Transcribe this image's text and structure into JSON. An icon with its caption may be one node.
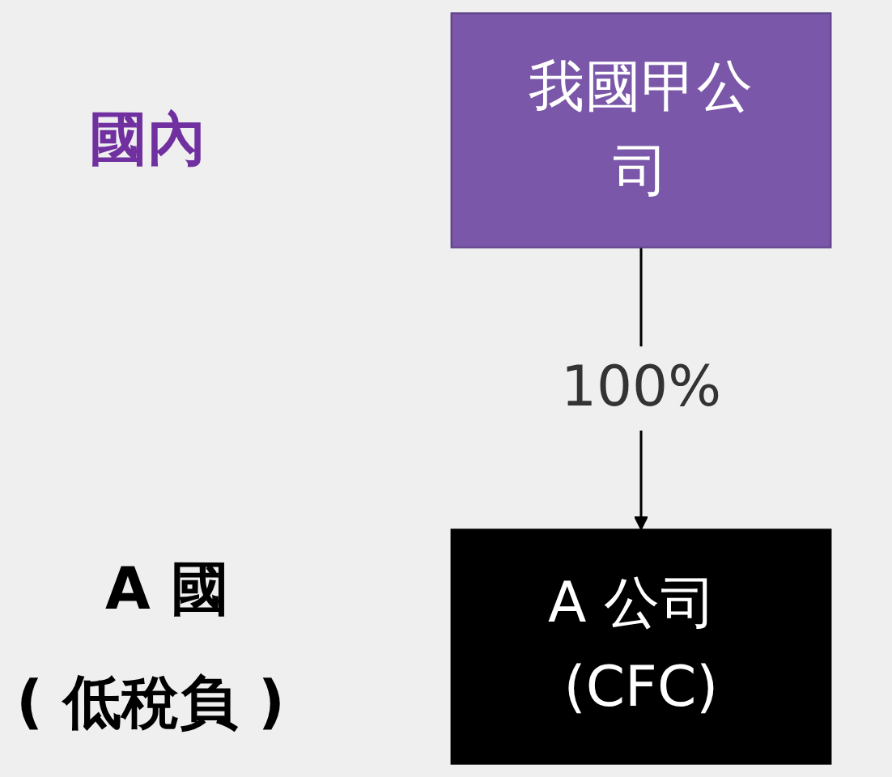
{
  "diagram": {
    "nodes": [
      {
        "text": [
          "我國甲公司"
        ]
      },
      {
        "text": [
          "A 公司 (CFC)"
        ]
      }
    ],
    "edges": [
      {
        "from": 0,
        "to": 1,
        "arrow": "to",
        "label": "100%"
      }
    ],
    "labels": [
      "國內",
      "A 國",
      "( 低稅負 )"
    ]
  }
}
